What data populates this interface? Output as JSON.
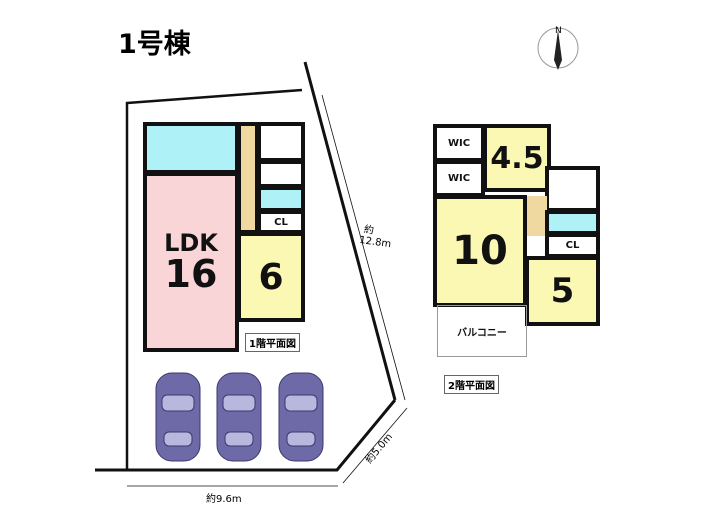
{
  "title": "1号棟",
  "compass": {
    "label": "N"
  },
  "floor1": {
    "label": "1階平面図",
    "ldk_label": "LDK",
    "ldk_size": "16",
    "room_size": "6",
    "closet": "CL"
  },
  "floor2": {
    "label": "2階平面図",
    "wic1": "WIC",
    "wic2": "WIC",
    "room_a": "4.5",
    "room_b": "10",
    "room_c": "5",
    "closet": "CL",
    "balcony": "バルコニー"
  },
  "dimensions": {
    "side": "約12.8m",
    "front": "約9.6m",
    "corner": "約5.0m"
  },
  "colors": {
    "ldk": "#f9d5d8",
    "room": "#fbf8b3",
    "wet": "#aef2f7",
    "stairs": "#f0d9a0",
    "car": "#6e6aa8"
  }
}
